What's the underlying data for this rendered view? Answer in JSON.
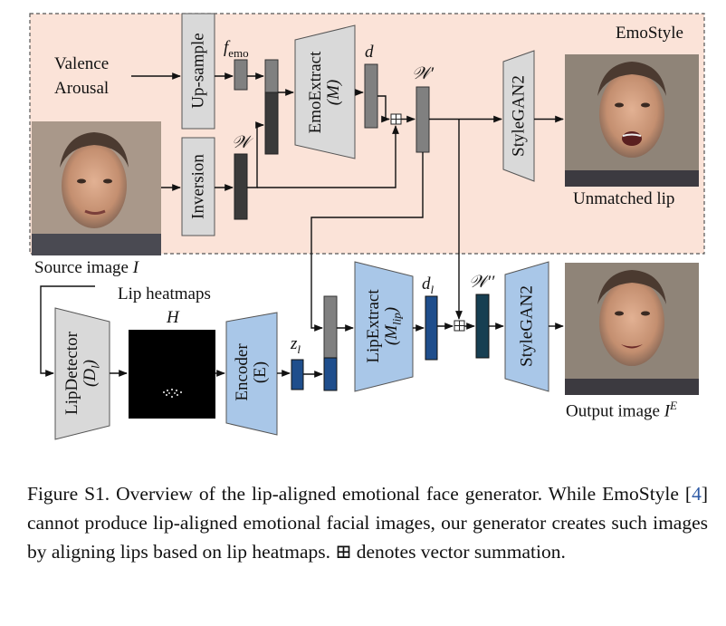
{
  "diagram": {
    "emostyle_title": "EmoStyle",
    "input_valence": "Valence",
    "input_arousal": "Arousal",
    "upsample": "Up-sample",
    "f_emo": "f",
    "f_emo_sub": "emo",
    "inversion": "Inversion",
    "w_label": "𝒲",
    "emoextract_name": "EmoExtract",
    "emoextract_sym": "(M)",
    "d_label": "d",
    "w_prime": "𝒲′",
    "stylegan_top": "StyleGAN2",
    "unmatched_lip": "Unmatched lip",
    "source_image_label": "Source image ",
    "source_image_sym": "I",
    "lipdetector_name": "LipDetector",
    "lipdetector_sym": "(D",
    "lipdetector_sub": "l",
    "lipdetector_close": ")",
    "lip_heatmaps": "Lip heatmaps",
    "h_label": "H",
    "encoder_name": "Encoder",
    "encoder_sym": "(E)",
    "zl": "z",
    "zl_sub": "l",
    "lipextract_name": "LipExtract",
    "lipextract_sym": "(M",
    "lipextract_sub": "lip",
    "lipextract_close": ")",
    "dl": "d",
    "dl_sub": "l",
    "w_dprime": "𝒲′′",
    "stylegan_bottom": "StyleGAN2",
    "output_label": "Output image ",
    "output_sym": "I",
    "output_sup": "E"
  },
  "caption": {
    "prefix": "Figure S1.  Overview of the lip-aligned emotional face generator. While EmoStyle [",
    "cite": "4",
    "suffix": "] cannot produce lip-aligned emotional facial images, our generator creates such images by aligning lips based on lip heatmaps. ⊞ denotes vector summation."
  },
  "colors": {
    "emostyle_bg": "#fbe3d8",
    "gray_block": "#d9d9d9",
    "blue_block": "#a9c7e8",
    "dark_vec": "#3a3a3a",
    "mid_vec": "#808080",
    "blue_vec": "#1f4e8c",
    "teal_vec": "#173f52"
  }
}
